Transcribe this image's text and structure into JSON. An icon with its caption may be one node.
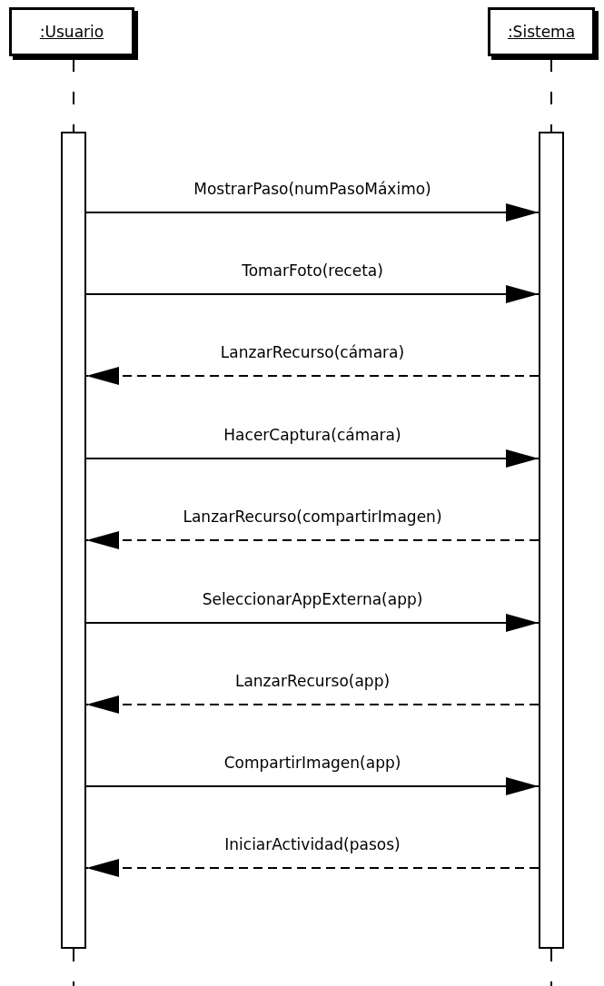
{
  "diagram": {
    "nodes": [
      {
        "text": [
          ":Usuario"
        ]
      },
      {
        "text": [
          ":Sistema"
        ]
      },
      {
        "text": [],
        "shape": "bar"
      },
      {
        "text": [],
        "shape": "bar"
      }
    ],
    "edges": [
      {
        "from": 0,
        "to": 2,
        "arrow": "none",
        "style": "dashed"
      },
      {
        "from": 1,
        "to": 3,
        "arrow": "none",
        "style": "dashed"
      },
      {
        "from": 2,
        "to": 3,
        "arrow": "to",
        "label": "MostrarPaso(numPasoMáximo)"
      },
      {
        "from": 2,
        "to": 3,
        "arrow": "to",
        "label": "TomarFoto(receta)"
      },
      {
        "from": 3,
        "to": 2,
        "arrow": "to",
        "label": "LanzarRecurso(cámara)",
        "style": "dashed"
      },
      {
        "from": 2,
        "to": 3,
        "arrow": "to",
        "label": "HacerCaptura(cámara)"
      },
      {
        "from": 3,
        "to": 2,
        "arrow": "to",
        "label": "LanzarRecurso(compartirImagen)",
        "style": "dashed"
      },
      {
        "from": 2,
        "to": 3,
        "arrow": "to",
        "label": "SeleccionarAppExterna(app)"
      },
      {
        "from": 3,
        "to": 2,
        "arrow": "to",
        "label": "LanzarRecurso(app)",
        "style": "dashed"
      },
      {
        "from": 2,
        "to": 3,
        "arrow": "to",
        "label": "CompartirImagen(app)"
      },
      {
        "from": 3,
        "to": 2,
        "arrow": "to",
        "label": "IniciarActividad(pasos)",
        "style": "dashed"
      },
      {
        "from": 2,
        "to": null,
        "arrow": "none",
        "style": "dashed"
      },
      {
        "from": 3,
        "to": null,
        "arrow": "none",
        "style": "dashed"
      }
    ]
  }
}
